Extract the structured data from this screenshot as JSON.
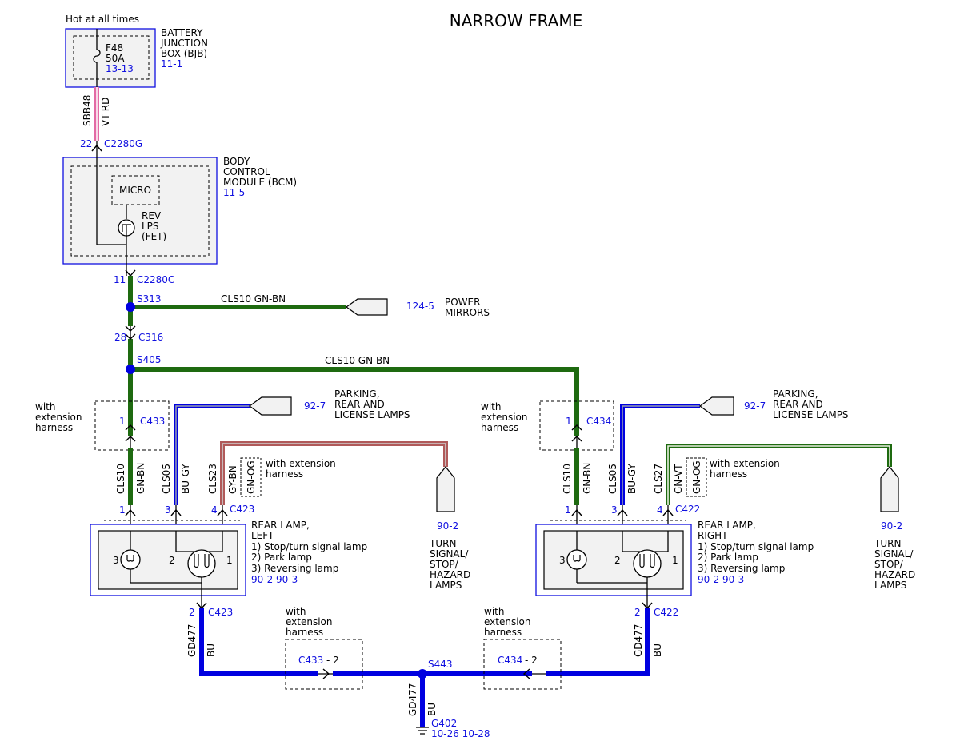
{
  "title": "NARROW FRAME",
  "colors": {
    "green": "#1e6a10",
    "blue": "#0000e0",
    "pink": "#e36aa4",
    "connector_blue": "#1010e0",
    "module_fill": "#f2f2f2"
  },
  "top": {
    "hot": "Hot at all times",
    "bjb": [
      "BATTERY",
      "JUNCTION",
      "BOX (BJB)"
    ],
    "bjb_ref": "11-1",
    "fuse": [
      "F48",
      "50A"
    ],
    "fuse_ref": "13-13",
    "wire1": [
      "SBB48",
      "VT-RD"
    ],
    "c2280g_pin": "22",
    "c2280g": "C2280G",
    "bcm": [
      "BODY",
      "CONTROL",
      "MODULE (BCM)"
    ],
    "bcm_ref": "11-5",
    "micro": "MICRO",
    "fet": [
      "REV",
      "LPS",
      "(FET)"
    ],
    "c2280c_pin": "11",
    "c2280c": "C2280C",
    "s313": "S313",
    "wire_pm": "CLS10   GN-BN",
    "pm_ref": "124-5",
    "pm": [
      "POWER",
      "MIRRORS"
    ],
    "c316_pin": "28",
    "c316": "C316",
    "s405": "S405",
    "wire_long": "CLS10   GN-BN"
  },
  "left": {
    "harness": [
      "with",
      "extension",
      "harness"
    ],
    "c433_pin": "1",
    "c433": "C433",
    "park_ref": "92-7",
    "park": [
      "PARKING,",
      "REAR AND",
      "LICENSE LAMPS"
    ],
    "w1": [
      "CLS10",
      "GN-BN"
    ],
    "w2": [
      "CLS05",
      "BU-GY"
    ],
    "w3": [
      "CLS23",
      "GY-BN"
    ],
    "alt": "GN-OG",
    "ext_note": [
      "with extension",
      "harness"
    ],
    "pin1": "1",
    "pin3": "3",
    "pin4": "4",
    "conn": "C423",
    "turn_ref": "90-2",
    "turn": [
      "TURN",
      "SIGNAL/",
      "STOP/",
      "HAZARD",
      "LAMPS"
    ],
    "lamp": [
      "REAR LAMP,",
      "LEFT",
      "1) Stop/turn signal lamp",
      "2) Park lamp",
      "3) Reversing lamp"
    ],
    "lamp_ref": "90-2   90-3",
    "lp3": "3",
    "lp2": "2",
    "lp1": "1",
    "gnd_pin": "2",
    "gnd_conn": "C423",
    "gnd_wire": [
      "GD477",
      "BU"
    ]
  },
  "right": {
    "harness": [
      "with",
      "extension",
      "harness"
    ],
    "c434_pin": "1",
    "c434": "C434",
    "park_ref": "92-7",
    "park": [
      "PARKING,",
      "REAR AND",
      "LICENSE LAMPS"
    ],
    "w1": [
      "CLS10",
      "GN-BN"
    ],
    "w2": [
      "CLS05",
      "BU-GY"
    ],
    "w3": [
      "CLS27",
      "GN-VT"
    ],
    "alt": "GN-OG",
    "ext_note": [
      "with extension",
      "harness"
    ],
    "pin1": "1",
    "pin3": "3",
    "pin4": "4",
    "conn": "C422",
    "turn_ref": "90-2",
    "turn": [
      "TURN",
      "SIGNAL/",
      "STOP/",
      "HAZARD",
      "LAMPS"
    ],
    "lamp": [
      "REAR LAMP,",
      "RIGHT",
      "1) Stop/turn signal lamp",
      "2) Park lamp",
      "3) Reversing lamp"
    ],
    "lamp_ref": "90-2   90-3",
    "lp3": "3",
    "lp2": "2",
    "lp1": "1",
    "gnd_pin": "2",
    "gnd_conn": "C422",
    "gnd_wire": [
      "GD477",
      "BU"
    ]
  },
  "bottom": {
    "harness_l": [
      "with",
      "extension",
      "harness"
    ],
    "c433": "C433",
    "c433_pin": "- 2",
    "harness_r": [
      "with",
      "extension",
      "harness"
    ],
    "c434": "C434",
    "c434_pin": "- 2",
    "s443": "S443",
    "gnd_wire": [
      "GD477",
      "BU"
    ],
    "g402": "G402",
    "g402_ref": "10-26  10-28"
  }
}
